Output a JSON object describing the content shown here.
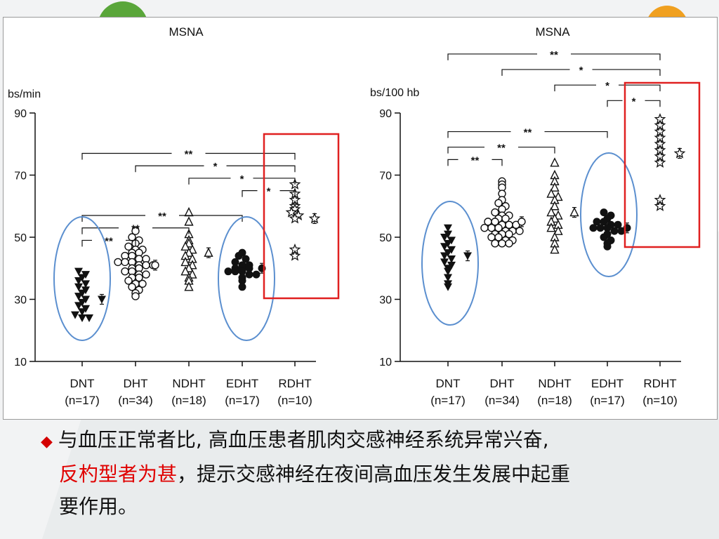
{
  "caption": {
    "bullet": "◆",
    "line1": "与血压正常者比, 高血压患者肌肉交感神经系统异常兴奋,",
    "line2_red": "反杓型者为甚",
    "line2_rest": "，提示交感神经在夜间高血压发生发展中起重",
    "line3": "要作用。"
  },
  "colors": {
    "ellipse": "#5b8fcf",
    "highlight_box": "#e02020",
    "caption_red": "#e00000",
    "bullet": "#d40000"
  },
  "chart_data": [
    {
      "type": "scatter",
      "title": "MSNA",
      "ylabel": "bs/min",
      "ylim": [
        10,
        90
      ],
      "yticks": [
        10,
        30,
        50,
        70,
        90
      ],
      "categories": [
        "DNT",
        "DHT",
        "NDHT",
        "EDHT",
        "RDHT"
      ],
      "category_n": [
        "(n=17)",
        "(n=34)",
        "(n=18)",
        "(n=17)",
        "(n=10)"
      ],
      "series": [
        {
          "group": "DNT",
          "marker": "triangle-down-filled",
          "values": [
            39,
            38,
            37,
            36,
            35,
            34,
            33,
            32,
            31,
            30,
            29,
            28,
            27,
            26,
            25,
            24,
            24
          ],
          "mean": 30
        },
        {
          "group": "DHT",
          "marker": "circle-open",
          "values": [
            52,
            50,
            49,
            48,
            47,
            46,
            46,
            45,
            45,
            44,
            44,
            43,
            43,
            42,
            42,
            42,
            41,
            41,
            41,
            40,
            40,
            39,
            39,
            38,
            38,
            37,
            37,
            36,
            35,
            35,
            34,
            33,
            32,
            31
          ],
          "mean": 41
        },
        {
          "group": "NDHT",
          "marker": "triangle-up-open",
          "values": [
            58,
            55,
            51,
            49,
            48,
            47,
            46,
            45,
            44,
            43,
            42,
            41,
            40,
            39,
            38,
            37,
            36,
            34
          ],
          "mean": 45
        },
        {
          "group": "EDHT",
          "marker": "circle-filled",
          "values": [
            45,
            44,
            43,
            42,
            41,
            41,
            40,
            40,
            40,
            39,
            39,
            39,
            38,
            38,
            37,
            36,
            34
          ],
          "mean": 40
        },
        {
          "group": "RDHT",
          "marker": "star-open",
          "values": [
            67,
            64,
            62,
            60,
            59,
            58,
            57,
            56,
            46,
            44
          ],
          "mean": 56
        }
      ],
      "significance": [
        {
          "from": "DNT",
          "to": "RDHT",
          "label": "**",
          "y": 77
        },
        {
          "from": "DHT",
          "to": "RDHT",
          "label": "*",
          "y": 73
        },
        {
          "from": "NDHT",
          "to": "RDHT",
          "label": "*",
          "y": 69
        },
        {
          "from": "EDHT",
          "to": "RDHT",
          "label": "*",
          "y": 65
        },
        {
          "from": "DNT",
          "to": "EDHT",
          "label": "**",
          "y": 57
        },
        {
          "from": "DNT",
          "to": "NDHT",
          "label": "**",
          "y": 53
        },
        {
          "from": "DNT",
          "to": "DHT",
          "label": "**",
          "y": 49
        }
      ]
    },
    {
      "type": "scatter",
      "title": "MSNA",
      "ylabel": "bs/100 hb",
      "ylim": [
        10,
        90
      ],
      "yticks": [
        10,
        30,
        50,
        70,
        90
      ],
      "categories": [
        "DNT",
        "DHT",
        "NDHT",
        "EDHT",
        "RDHT"
      ],
      "category_n": [
        "(n=17)",
        "(n=34)",
        "(n=18)",
        "(n=17)",
        "(n=10)"
      ],
      "series": [
        {
          "group": "DNT",
          "marker": "triangle-down-filled",
          "values": [
            53,
            51,
            50,
            49,
            48,
            47,
            46,
            45,
            44,
            43,
            42,
            41,
            40,
            39,
            37,
            35,
            34
          ],
          "mean": 44
        },
        {
          "group": "DHT",
          "marker": "circle-open",
          "values": [
            68,
            67,
            66,
            64,
            62,
            61,
            60,
            59,
            58,
            57,
            57,
            56,
            56,
            55,
            55,
            54,
            54,
            54,
            53,
            53,
            53,
            52,
            52,
            52,
            51,
            51,
            51,
            50,
            50,
            49,
            49,
            48,
            48,
            48
          ],
          "mean": 55
        },
        {
          "group": "NDHT",
          "marker": "triangle-up-open",
          "values": [
            74,
            70,
            68,
            66,
            64,
            63,
            62,
            60,
            58,
            57,
            56,
            55,
            54,
            53,
            52,
            50,
            48,
            46
          ],
          "mean": 58
        },
        {
          "group": "EDHT",
          "marker": "circle-filled",
          "values": [
            58,
            57,
            56,
            55,
            55,
            54,
            54,
            53,
            53,
            53,
            52,
            52,
            51,
            50,
            49,
            48,
            47
          ],
          "mean": 53
        },
        {
          "group": "RDHT",
          "marker": "star-open",
          "values": [
            88,
            86,
            84,
            82,
            80,
            78,
            76,
            74,
            62,
            60
          ],
          "mean": 77
        }
      ],
      "significance": [
        {
          "from": "DNT",
          "to": "RDHT",
          "label": "**",
          "y": 109
        },
        {
          "from": "DHT",
          "to": "RDHT",
          "label": "*",
          "y": 104
        },
        {
          "from": "NDHT",
          "to": "RDHT",
          "label": "*",
          "y": 99
        },
        {
          "from": "EDHT",
          "to": "RDHT",
          "label": "*",
          "y": 94
        },
        {
          "from": "DNT",
          "to": "EDHT",
          "label": "**",
          "y": 84
        },
        {
          "from": "DNT",
          "to": "NDHT",
          "label": "**",
          "y": 79
        },
        {
          "from": "DNT",
          "to": "DHT",
          "label": "**",
          "y": 75
        }
      ]
    }
  ]
}
